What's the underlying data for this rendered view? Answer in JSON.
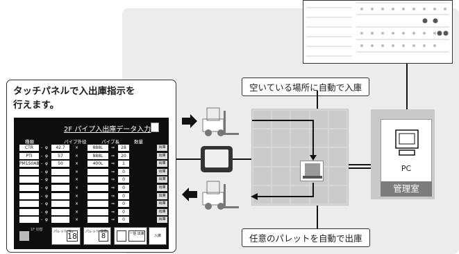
{
  "labels": {
    "auto_in": "空いている場所に自動で入庫",
    "auto_out": "任意のパレットを自動で出庫",
    "pc": "PC",
    "control_room": "管理室",
    "callout_title": "タッチパネルで入出庫指示を\n行えます。"
  },
  "panel": {
    "title": "2F パイプ入出庫データ入力",
    "headers": {
      "type": "種類",
      "diameter": "パイプ外径",
      "length": "パイプ長",
      "qty": "数量"
    },
    "phi": "φ",
    "times": "×",
    "arrow": "⇒",
    "dash": "-",
    "out_label": "出庫",
    "rows": [
      {
        "type": "CTR",
        "diameter": "42.7",
        "length": "888L",
        "qty": "28"
      },
      {
        "type": "PTI",
        "diameter": "57",
        "length": "888L",
        "qty": "20"
      },
      {
        "type": "PM150AB",
        "diameter": "50",
        "length": "400L",
        "qty": "1"
      },
      {
        "type": "",
        "diameter": "",
        "length": "",
        "qty": "0"
      },
      {
        "type": "",
        "diameter": "",
        "length": "",
        "qty": "0"
      },
      {
        "type": "",
        "diameter": "",
        "length": "",
        "qty": "0"
      },
      {
        "type": "",
        "diameter": "",
        "length": "",
        "qty": "0"
      },
      {
        "type": "",
        "diameter": "",
        "length": "",
        "qty": "0"
      },
      {
        "type": "",
        "diameter": "",
        "length": "",
        "qty": "0"
      },
      {
        "type": "",
        "diameter": "",
        "length": "",
        "qty": "0"
      }
    ],
    "footer": {
      "floor_label": "1F 切替",
      "pallet_no_label": "パレット No.",
      "pallet_no": "18",
      "pallet_count_label": "パレット 段数",
      "pallet_count": "8",
      "batch_out": "一括 出庫",
      "enter": "入庫"
    }
  },
  "colors": {
    "background_panel": "#ececec",
    "grid": "#cbcbcb",
    "control_room": "#7c7c7c",
    "touch_panel": "#0e0e0e"
  }
}
